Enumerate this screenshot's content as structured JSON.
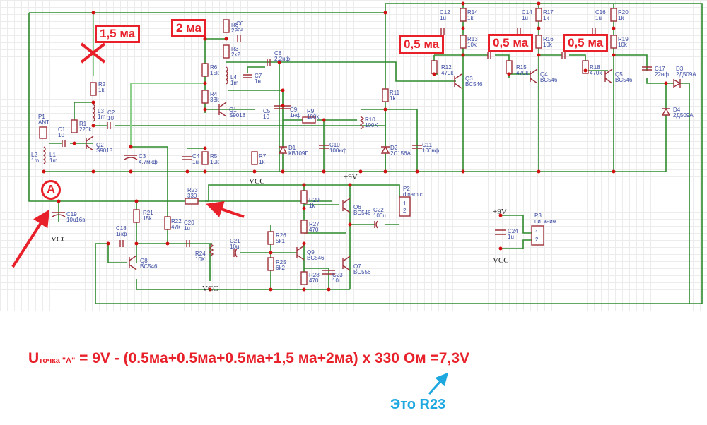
{
  "schematic": {
    "point_marker": "A",
    "supply_labels": {
      "vcc": "VCC",
      "plus9v": "+9V"
    },
    "current_annotations": [
      {
        "id": "i_q2",
        "text": "1,5 ма"
      },
      {
        "id": "i_q1",
        "text": "2 ма"
      },
      {
        "id": "i_q3",
        "text": "0,5 ма"
      },
      {
        "id": "i_q4",
        "text": "0,5 ма"
      },
      {
        "id": "i_q5",
        "text": "0,5 ма"
      }
    ],
    "components": {
      "P1": {
        "ref": "P1",
        "value": "ANT"
      },
      "L1": {
        "ref": "L1",
        "value": "1m"
      },
      "L2": {
        "ref": "L2",
        "value": "1m"
      },
      "C1": {
        "ref": "C1",
        "value": "10"
      },
      "R1": {
        "ref": "R1",
        "value": "220k"
      },
      "R2": {
        "ref": "R2",
        "value": "1k"
      },
      "L3": {
        "ref": "L3",
        "value": "1m"
      },
      "C2": {
        "ref": "C2",
        "value": "10"
      },
      "Q2": {
        "ref": "Q2",
        "value": "S9018"
      },
      "C3": {
        "ref": "C3",
        "value": "4,7мкф"
      },
      "R8": {
        "ref": "R8",
        "value": "220"
      },
      "C6": {
        "ref": "C6",
        "value": "1u"
      },
      "R3": {
        "ref": "R3",
        "value": "2k2"
      },
      "R6": {
        "ref": "R6",
        "value": "15k"
      },
      "R4": {
        "ref": "R4",
        "value": "33k"
      },
      "L4": {
        "ref": "L4",
        "value": "1m"
      },
      "C7": {
        "ref": "C7",
        "value": "1н"
      },
      "C8": {
        "ref": "C8",
        "value": "2,2нф"
      },
      "Q1": {
        "ref": "Q1",
        "value": "S9018"
      },
      "C5": {
        "ref": "C5",
        "value": "10"
      },
      "C4": {
        "ref": "C4",
        "value": "1u"
      },
      "R5": {
        "ref": "R5",
        "value": "10k"
      },
      "R7": {
        "ref": "R7",
        "value": "1k"
      },
      "C9": {
        "ref": "C9",
        "value": "1нф"
      },
      "D1": {
        "ref": "D1",
        "value": "КВ109Г"
      },
      "R9": {
        "ref": "R9",
        "value": "100k"
      },
      "C10": {
        "ref": "C10",
        "value": "100нф"
      },
      "R10": {
        "ref": "R10",
        "value": "100K"
      },
      "R11": {
        "ref": "R11",
        "value": "1k"
      },
      "D2": {
        "ref": "D2",
        "value": "2С156А"
      },
      "C11": {
        "ref": "C11",
        "value": "100нф"
      },
      "C12": {
        "ref": "C12",
        "value": "1u"
      },
      "R14": {
        "ref": "R14",
        "value": "1k"
      },
      "R13": {
        "ref": "R13",
        "value": "10k"
      },
      "R12": {
        "ref": "R12",
        "value": "470k"
      },
      "Q3": {
        "ref": "Q3",
        "value": "BC546"
      },
      "C14": {
        "ref": "C14",
        "value": "1u"
      },
      "R17": {
        "ref": "R17",
        "value": "1k"
      },
      "R16": {
        "ref": "R16",
        "value": "10k"
      },
      "R15": {
        "ref": "R15",
        "value": "470k"
      },
      "Q4": {
        "ref": "Q4",
        "value": "BC546"
      },
      "C16": {
        "ref": "C16",
        "value": "1u"
      },
      "R20": {
        "ref": "R20",
        "value": "1k"
      },
      "R19": {
        "ref": "R19",
        "value": "10k"
      },
      "R18": {
        "ref": "R18",
        "value": "470k"
      },
      "Q5": {
        "ref": "Q5",
        "value": "BC546"
      },
      "C17": {
        "ref": "C17",
        "value": "22нф"
      },
      "D3": {
        "ref": "D3",
        "value": "2Д509А"
      },
      "D4": {
        "ref": "D4",
        "value": "2Д509А"
      },
      "C19": {
        "ref": "C19",
        "value": "10u16в"
      },
      "R21": {
        "ref": "R21",
        "value": "15k"
      },
      "R22": {
        "ref": "R22",
        "value": "47k"
      },
      "C18": {
        "ref": "C18",
        "value": "1нф"
      },
      "C20": {
        "ref": "C20",
        "value": "1u"
      },
      "Q8": {
        "ref": "Q8",
        "value": "BC546"
      },
      "R23": {
        "ref": "R23",
        "value": "330"
      },
      "R24": {
        "ref": "R24",
        "value": "10K"
      },
      "C21": {
        "ref": "C21",
        "value": "10u"
      },
      "R29": {
        "ref": "R29",
        "value": "1k"
      },
      "R27": {
        "ref": "R27",
        "value": "470"
      },
      "R26": {
        "ref": "R26",
        "value": "5k1"
      },
      "R25": {
        "ref": "R25",
        "value": "6k2"
      },
      "R28": {
        "ref": "R28",
        "value": "470"
      },
      "Q9": {
        "ref": "Q9",
        "value": "BC546"
      },
      "Q6": {
        "ref": "Q6",
        "value": "BC546"
      },
      "Q7": {
        "ref": "Q7",
        "value": "BC556"
      },
      "C22": {
        "ref": "C22",
        "value": "100u"
      },
      "C23": {
        "ref": "C23",
        "value": "10u"
      },
      "P2": {
        "ref": "P2",
        "value": "dinamic"
      },
      "P3": {
        "ref": "P3",
        "value": "питание"
      },
      "C24": {
        "ref": "C24",
        "value": "1u"
      }
    },
    "connector_pins": {
      "pin1": "1",
      "pin2": "2"
    }
  },
  "formula": {
    "lhs": "U",
    "subscript": "точка \"А\"",
    "rhs": " = 9V - (0.5ма+0.5ма+0.5ма+1,5 ма+2ма) x ",
    "resistance": "330 Ом",
    "result": " =7,3V"
  },
  "note": {
    "text": "Это R23"
  },
  "colors": {
    "annotation_red": "#e8202a",
    "note_blue": "#1ea8e0",
    "wire_green": "#2e8b2e",
    "component": "#a0303a",
    "label_blue": "#3a4aa0"
  }
}
